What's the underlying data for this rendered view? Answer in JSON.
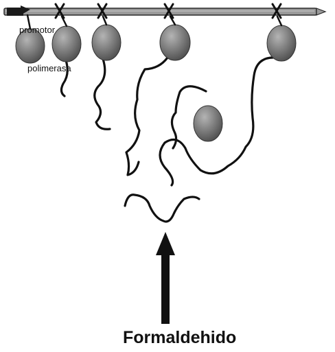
{
  "labels": {
    "promoter": "promotor",
    "polymerase": "polimerasa",
    "agent": "Formaldehido"
  },
  "colors": {
    "dna_fill": "#9a9a9a",
    "dna_edge": "#2a2a2a",
    "polymerase_light": "#b4b4b4",
    "polymerase_dark": "#4a4a4a",
    "rna": "#111111",
    "arrow": "#111111"
  },
  "polymerase_count": 6,
  "transcript_count": 5
}
